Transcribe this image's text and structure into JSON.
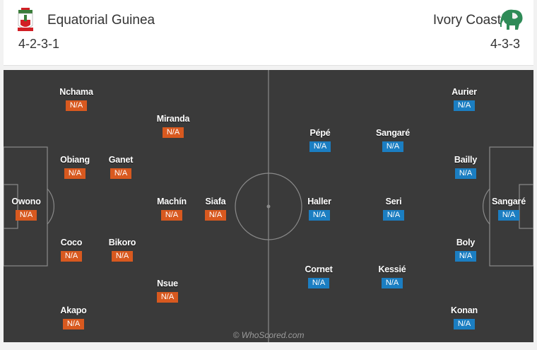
{
  "home": {
    "name": "Equatorial Guinea",
    "formation": "4-2-3-1",
    "color": "#d8591f",
    "crest_icon": "equatorial-guinea-crest-icon",
    "players": [
      {
        "name": "Owono",
        "rating": "N/A"
      },
      {
        "name": "Nchama",
        "rating": "N/A"
      },
      {
        "name": "Obiang",
        "rating": "N/A"
      },
      {
        "name": "Coco",
        "rating": "N/A"
      },
      {
        "name": "Akapo",
        "rating": "N/A"
      },
      {
        "name": "Ganet",
        "rating": "N/A"
      },
      {
        "name": "Bikoro",
        "rating": "N/A"
      },
      {
        "name": "Miranda",
        "rating": "N/A"
      },
      {
        "name": "Machín",
        "rating": "N/A"
      },
      {
        "name": "Nsue",
        "rating": "N/A"
      },
      {
        "name": "Siafa",
        "rating": "N/A"
      }
    ]
  },
  "away": {
    "name": "Ivory Coast",
    "formation": "4-3-3",
    "color": "#1b7ec2",
    "crest_icon": "ivory-coast-elephant-crest-icon",
    "players": [
      {
        "name": "Sangaré",
        "rating": "N/A"
      },
      {
        "name": "Aurier",
        "rating": "N/A"
      },
      {
        "name": "Bailly",
        "rating": "N/A"
      },
      {
        "name": "Boly",
        "rating": "N/A"
      },
      {
        "name": "Konan",
        "rating": "N/A"
      },
      {
        "name": "Sangaré",
        "rating": "N/A"
      },
      {
        "name": "Seri",
        "rating": "N/A"
      },
      {
        "name": "Kessié",
        "rating": "N/A"
      },
      {
        "name": "Pépé",
        "rating": "N/A"
      },
      {
        "name": "Haller",
        "rating": "N/A"
      },
      {
        "name": "Cornet",
        "rating": "N/A"
      }
    ]
  },
  "pitch": {
    "credit": "© WhoScored.com",
    "background": "#3a3a3a",
    "line_color": "#8a8a8a"
  }
}
